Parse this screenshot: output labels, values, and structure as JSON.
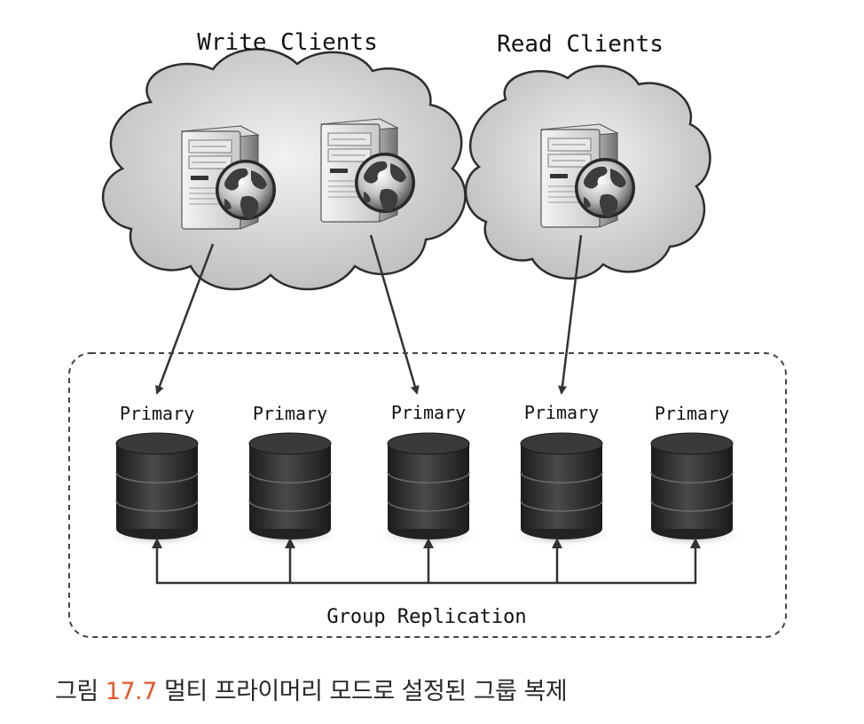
{
  "clusters": {
    "write_title": "Write Clients",
    "read_title": "Read Clients"
  },
  "nodes": [
    {
      "label": "Primary"
    },
    {
      "label": "Primary"
    },
    {
      "label": "Primary"
    },
    {
      "label": "Primary"
    },
    {
      "label": "Primary"
    }
  ],
  "group_label": "Group Replication",
  "caption": {
    "prefix": "그림 ",
    "number": "17.7",
    "text": " 멀티 프라이머리 모드로 설정된 그룹 복제"
  },
  "icons": [
    "server-icon",
    "globe-icon",
    "database-icon",
    "cloud-shape"
  ]
}
